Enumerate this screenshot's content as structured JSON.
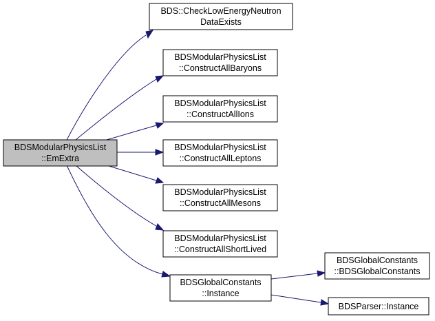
{
  "diagram": {
    "nodes": [
      {
        "id": "root",
        "lines": [
          "BDSModularPhysicsList",
          "::EmExtra"
        ],
        "highlight": true
      },
      {
        "id": "n1",
        "lines": [
          "BDS::CheckLowEnergyNeutron",
          "DataExists"
        ]
      },
      {
        "id": "n2",
        "lines": [
          "BDSModularPhysicsList",
          "::ConstructAllBaryons"
        ]
      },
      {
        "id": "n3",
        "lines": [
          "BDSModularPhysicsList",
          "::ConstructAllIons"
        ]
      },
      {
        "id": "n4",
        "lines": [
          "BDSModularPhysicsList",
          "::ConstructAllLeptons"
        ]
      },
      {
        "id": "n5",
        "lines": [
          "BDSModularPhysicsList",
          "::ConstructAllMesons"
        ]
      },
      {
        "id": "n6",
        "lines": [
          "BDSModularPhysicsList",
          "::ConstructAllShortLived"
        ]
      },
      {
        "id": "n7",
        "lines": [
          "BDSGlobalConstants",
          "::Instance"
        ]
      },
      {
        "id": "n8",
        "lines": [
          "BDSGlobalConstants",
          "::BDSGlobalConstants"
        ]
      },
      {
        "id": "n9",
        "lines": [
          "BDSParser::Instance"
        ]
      }
    ],
    "edges": [
      {
        "from": "root",
        "to": "n1"
      },
      {
        "from": "root",
        "to": "n2"
      },
      {
        "from": "root",
        "to": "n3"
      },
      {
        "from": "root",
        "to": "n4"
      },
      {
        "from": "root",
        "to": "n5"
      },
      {
        "from": "root",
        "to": "n6"
      },
      {
        "from": "root",
        "to": "n7"
      },
      {
        "from": "n7",
        "to": "n8"
      },
      {
        "from": "n7",
        "to": "n9"
      }
    ],
    "colors": {
      "edge": "#191970",
      "highlight_fill": "#bfbfbf"
    }
  }
}
